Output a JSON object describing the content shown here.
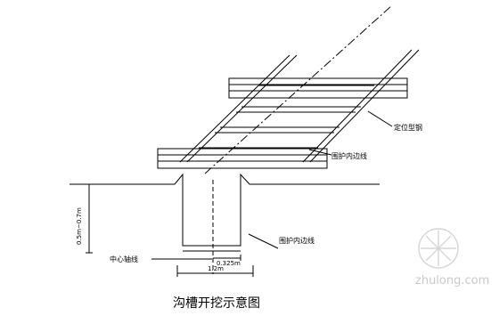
{
  "title": "沟槽开挖示意图",
  "labels": {
    "positioning_steel": "定位型钢",
    "guard_edge_top": "围护内边线",
    "guard_edge_bottom": "围护内边线",
    "center_axis": "中心轴线",
    "depth": "0.5m~0.7m",
    "width": "1.2m",
    "half_width": "0.325m"
  },
  "watermark": {
    "text": "zhulong.com"
  }
}
